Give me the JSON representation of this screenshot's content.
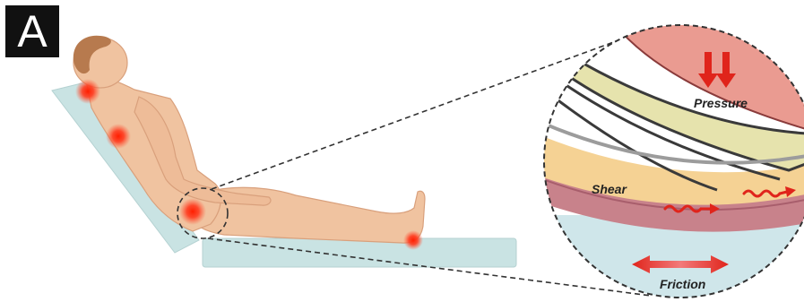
{
  "panel_label": "A",
  "labels": {
    "pressure": "Pressure",
    "shear": "Shear",
    "friction": "Friction"
  },
  "colors": {
    "bed": "#c9e3e3",
    "skin": "#f0c3a0",
    "hair": "#b77a4e",
    "hotspot": "#ff3b1f",
    "arrow": "#e0241b",
    "bone": "#e6e3ad",
    "fat": "#f5d294",
    "muscle": "#ea9b91",
    "dermis": "#c8828b",
    "mattress": "#cfe6ea"
  },
  "hotspots": [
    "head-hotspot",
    "shoulder-hotspot",
    "sacrum-hotspot",
    "heel-hotspot"
  ]
}
